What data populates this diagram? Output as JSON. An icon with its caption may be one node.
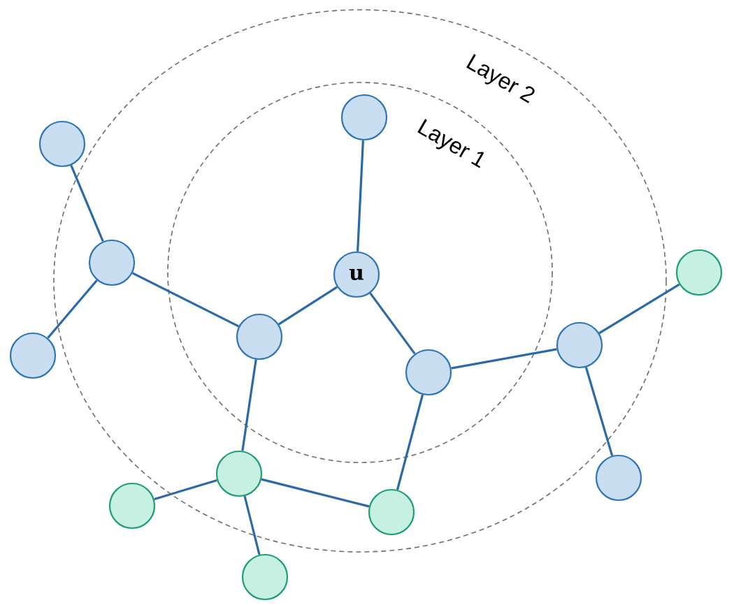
{
  "diagram": {
    "nodes": [
      {
        "text": [
          "u"
        ]
      },
      {
        "text": [],
        "shape": "circle"
      },
      {
        "text": [],
        "shape": "circle"
      },
      {
        "text": [],
        "shape": "circle"
      },
      {
        "text": [],
        "shape": "circle"
      },
      {
        "text": [],
        "shape": "circle"
      },
      {
        "text": [],
        "shape": "circle"
      },
      {
        "text": [],
        "shape": "circle"
      },
      {
        "text": [],
        "shape": "circle"
      },
      {
        "text": [],
        "shape": "circle"
      },
      {
        "text": [],
        "shape": "circle"
      },
      {
        "text": [],
        "shape": "circle"
      },
      {
        "text": [],
        "shape": "circle"
      },
      {
        "text": [],
        "shape": "circle"
      }
    ],
    "edges": [
      {
        "from": 0,
        "to": 1,
        "arrow": "none"
      },
      {
        "from": 0,
        "to": 5,
        "arrow": "none"
      },
      {
        "from": 0,
        "to": 6,
        "arrow": "none"
      },
      {
        "from": 3,
        "to": 2,
        "arrow": "none"
      },
      {
        "from": 3,
        "to": 4,
        "arrow": "none"
      },
      {
        "from": 3,
        "to": 5,
        "arrow": "none"
      },
      {
        "from": 5,
        "to": 10,
        "arrow": "none"
      },
      {
        "from": 6,
        "to": 12,
        "arrow": "none"
      },
      {
        "from": 6,
        "to": 7,
        "arrow": "none"
      },
      {
        "from": 7,
        "to": 8,
        "arrow": "none"
      },
      {
        "from": 7,
        "to": 9,
        "arrow": "none"
      },
      {
        "from": 10,
        "to": 11,
        "arrow": "none"
      },
      {
        "from": 10,
        "to": 12,
        "arrow": "none"
      },
      {
        "from": 10,
        "to": 13,
        "arrow": "none"
      }
    ],
    "labels": [
      "Layer 2",
      "Layer 1"
    ]
  }
}
